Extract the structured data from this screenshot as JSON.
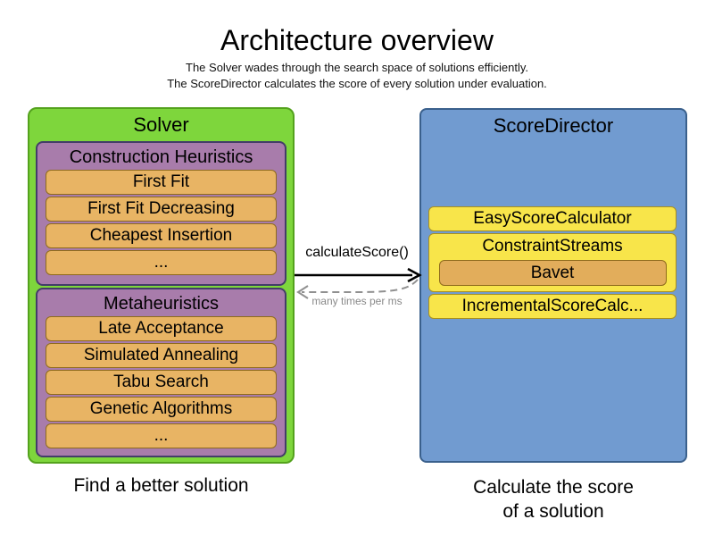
{
  "title": "Architecture overview",
  "subtitle_lines": [
    "The Solver wades through the search space of solutions efficiently.",
    "The ScoreDirector calculates the score of every solution under evaluation."
  ],
  "solver": {
    "title": "Solver",
    "caption": "Find a better solution",
    "sections": [
      {
        "title": "Construction Heuristics",
        "items": [
          "First Fit",
          "First Fit Decreasing",
          "Cheapest Insertion",
          "..."
        ]
      },
      {
        "title": "Metaheuristics",
        "items": [
          "Late Acceptance",
          "Simulated Annealing",
          "Tabu Search",
          "Genetic Algorithms",
          "..."
        ]
      }
    ]
  },
  "score_director": {
    "title": "ScoreDirector",
    "caption_lines": [
      "Calculate the score",
      "of a solution"
    ],
    "items": [
      {
        "label": "EasyScoreCalculator"
      },
      {
        "label": "ConstraintStreams",
        "sub_items": [
          "Bavet"
        ]
      },
      {
        "label": "IncrementalScoreCalc..."
      }
    ]
  },
  "arrow": {
    "label": "calculateScore()",
    "return_label": "many times per ms"
  },
  "colors": {
    "solver_fill": "#7ed63c",
    "solver_border": "#54a21d",
    "section_fill": "#a87cab",
    "section_border": "#433d68",
    "item_fill": "#e8b464",
    "item_border": "#8f6b1c",
    "score_director_fill": "#719bd0",
    "score_director_border": "#3a608c",
    "calculator_fill": "#f8e54a",
    "calculator_border": "#a8901f",
    "bavet_fill": "#e2ad5b",
    "arrow_color": "#000000",
    "return_arrow_color": "#909090"
  }
}
